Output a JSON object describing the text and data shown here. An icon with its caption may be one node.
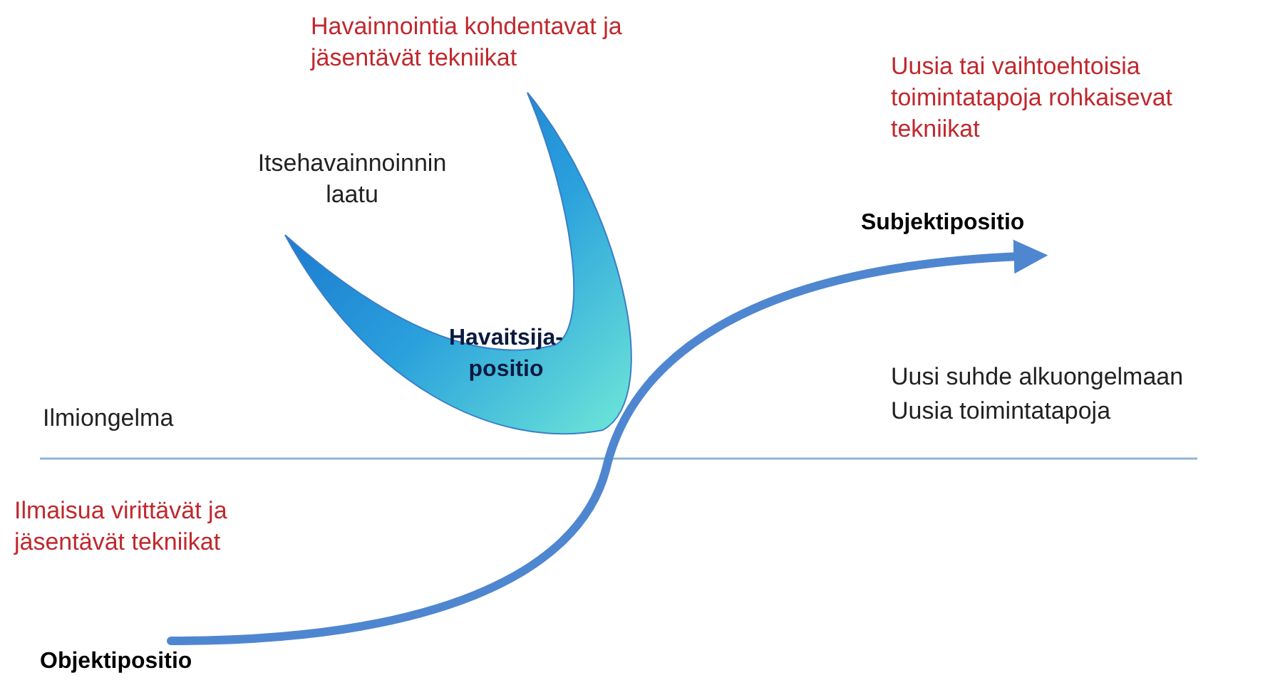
{
  "diagram": {
    "nodes": [
      {
        "text": [
          "Havaitsija-positio"
        ]
      },
      {
        "text": [
          "Subjektipositio"
        ]
      },
      {
        "text": [
          "Objektipositio"
        ]
      }
    ],
    "edges": [
      {
        "from": 2,
        "to": 1,
        "arrow": "to"
      }
    ],
    "labels": [
      "Havainnointia kohdentavat ja jäsentävät tekniikat",
      "Itsehavainnoinnin laatu",
      "Uusia tai vaihtoehtoisia toimintatapoja rohkaisevat tekniikat",
      "Uusi suhde alkuongelmaan",
      "Uusia toimintatapoja",
      "Ilmiongelma",
      "Ilmaisua virittävät ja jäsentävät tekniikat"
    ]
  }
}
